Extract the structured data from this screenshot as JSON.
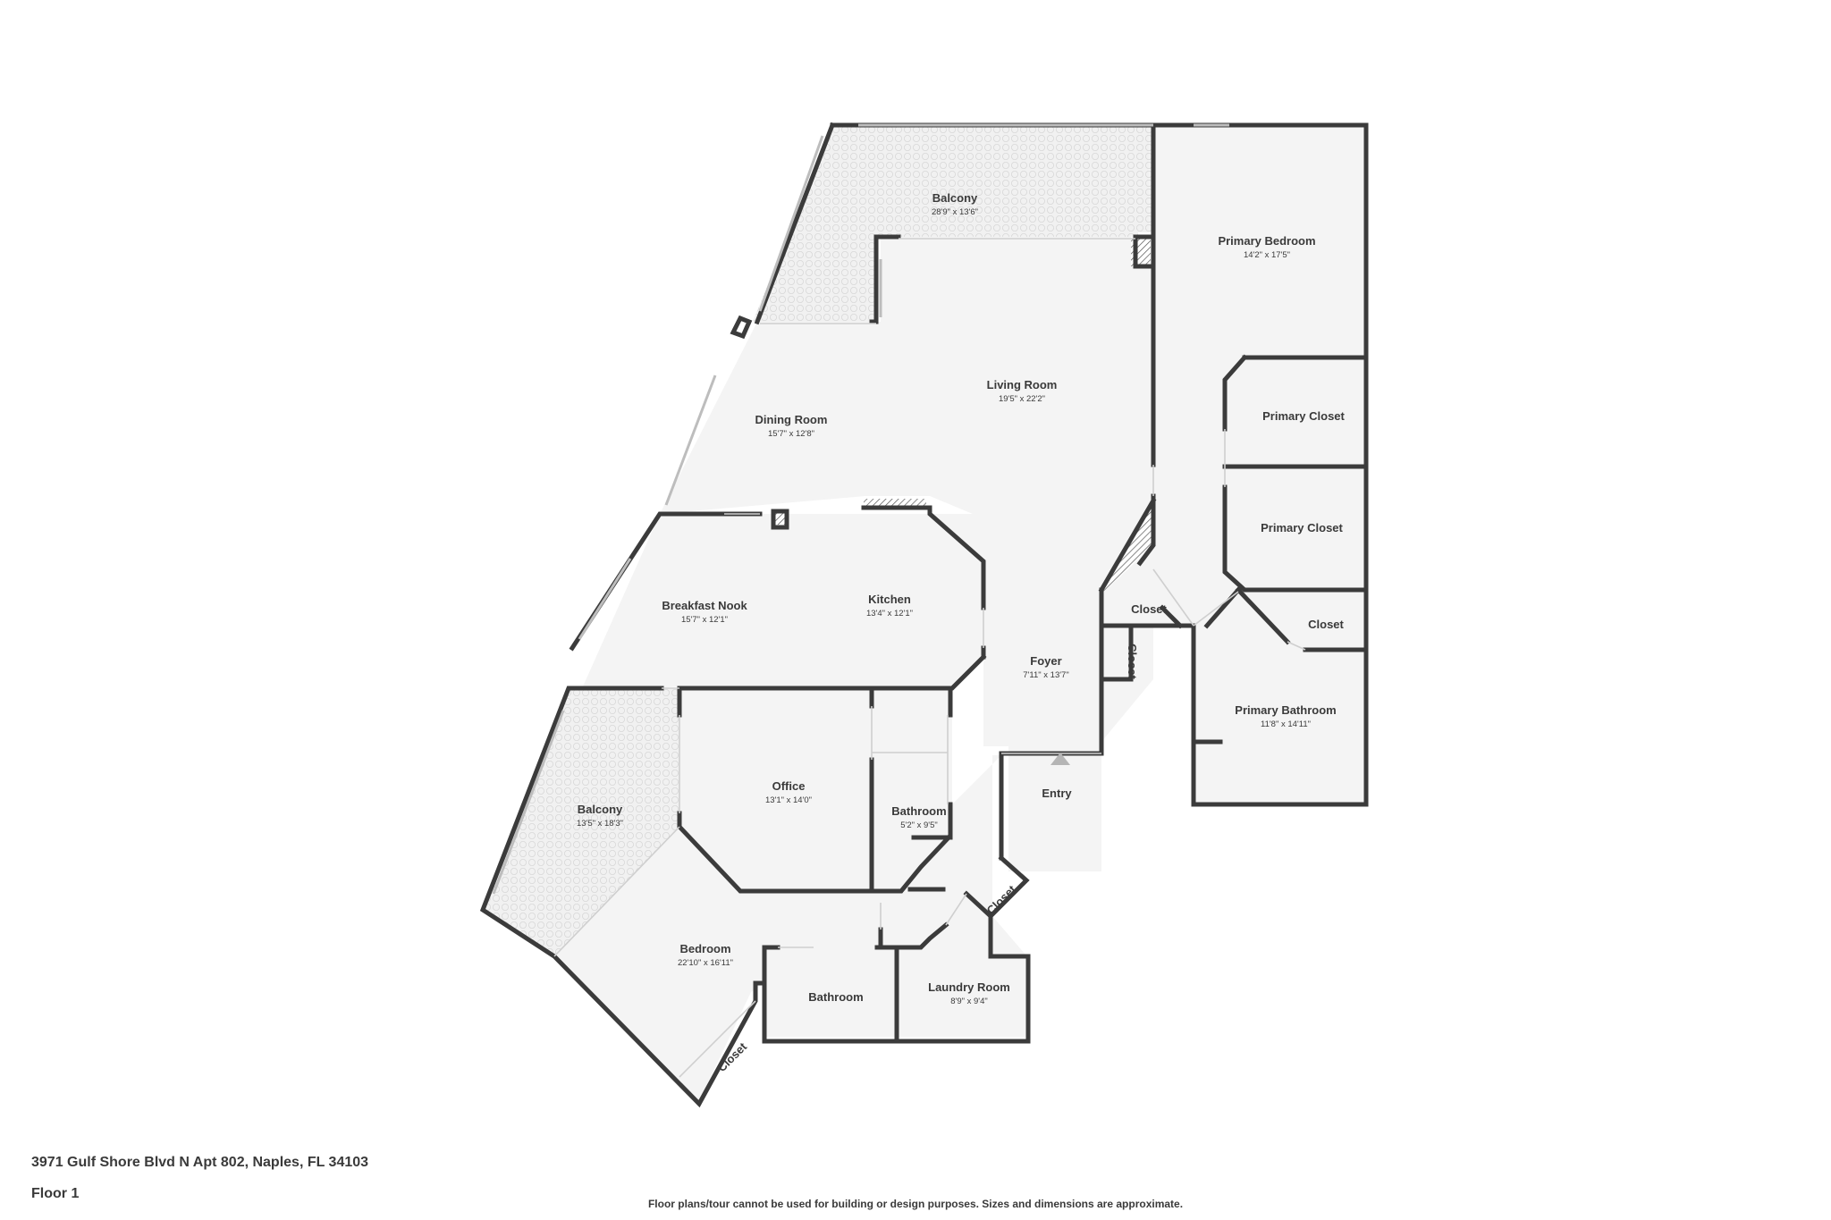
{
  "rooms": {
    "balcony_top": {
      "name": "Balcony",
      "dim": "28'9\" x 13'6\""
    },
    "primary_bedroom": {
      "name": "Primary Bedroom",
      "dim": "14'2\" x 17'5\""
    },
    "living_room": {
      "name": "Living Room",
      "dim": "19'5\" x 22'2\""
    },
    "dining_room": {
      "name": "Dining Room",
      "dim": "15'7\" x 12'8\""
    },
    "primary_closet_1": {
      "name": "Primary Closet"
    },
    "primary_closet_2": {
      "name": "Primary Closet"
    },
    "breakfast_nook": {
      "name": "Breakfast Nook",
      "dim": "15'7\" x 12'1\""
    },
    "kitchen": {
      "name": "Kitchen",
      "dim": "13'4\" x 12'1\""
    },
    "closet_foyer": {
      "name": "Closet"
    },
    "closet_vertical": {
      "name": "Closet"
    },
    "closet_primary": {
      "name": "Closet"
    },
    "foyer": {
      "name": "Foyer",
      "dim": "7'11\" x 13'7\""
    },
    "primary_bathroom": {
      "name": "Primary Bathroom",
      "dim": "11'8\" x 14'11\""
    },
    "office": {
      "name": "Office",
      "dim": "13'1\" x 14'0\""
    },
    "balcony_left": {
      "name": "Balcony",
      "dim": "13'5\" x 18'3\""
    },
    "bathroom_small": {
      "name": "Bathroom",
      "dim": "5'2\" x 9'5\""
    },
    "entry": {
      "name": "Entry"
    },
    "closet_laundry": {
      "name": "Closet"
    },
    "bedroom": {
      "name": "Bedroom",
      "dim": "22'10\" x 16'11\""
    },
    "bathroom_bedroom": {
      "name": "Bathroom"
    },
    "laundry_room": {
      "name": "Laundry Room",
      "dim": "8'9\" x 9'4\""
    },
    "closet_bedroom": {
      "name": "Closet"
    }
  },
  "footer": {
    "address": "3971 Gulf Shore Blvd N Apt 802, Naples, FL 34103",
    "floor": "Floor 1",
    "disclaimer": "Floor plans/tour cannot be used for building or design purposes. Sizes and dimensions are approximate."
  },
  "colors": {
    "wall": "#3b3b3b",
    "floor": "#f4f4f4",
    "text": "#3a3a3a"
  }
}
